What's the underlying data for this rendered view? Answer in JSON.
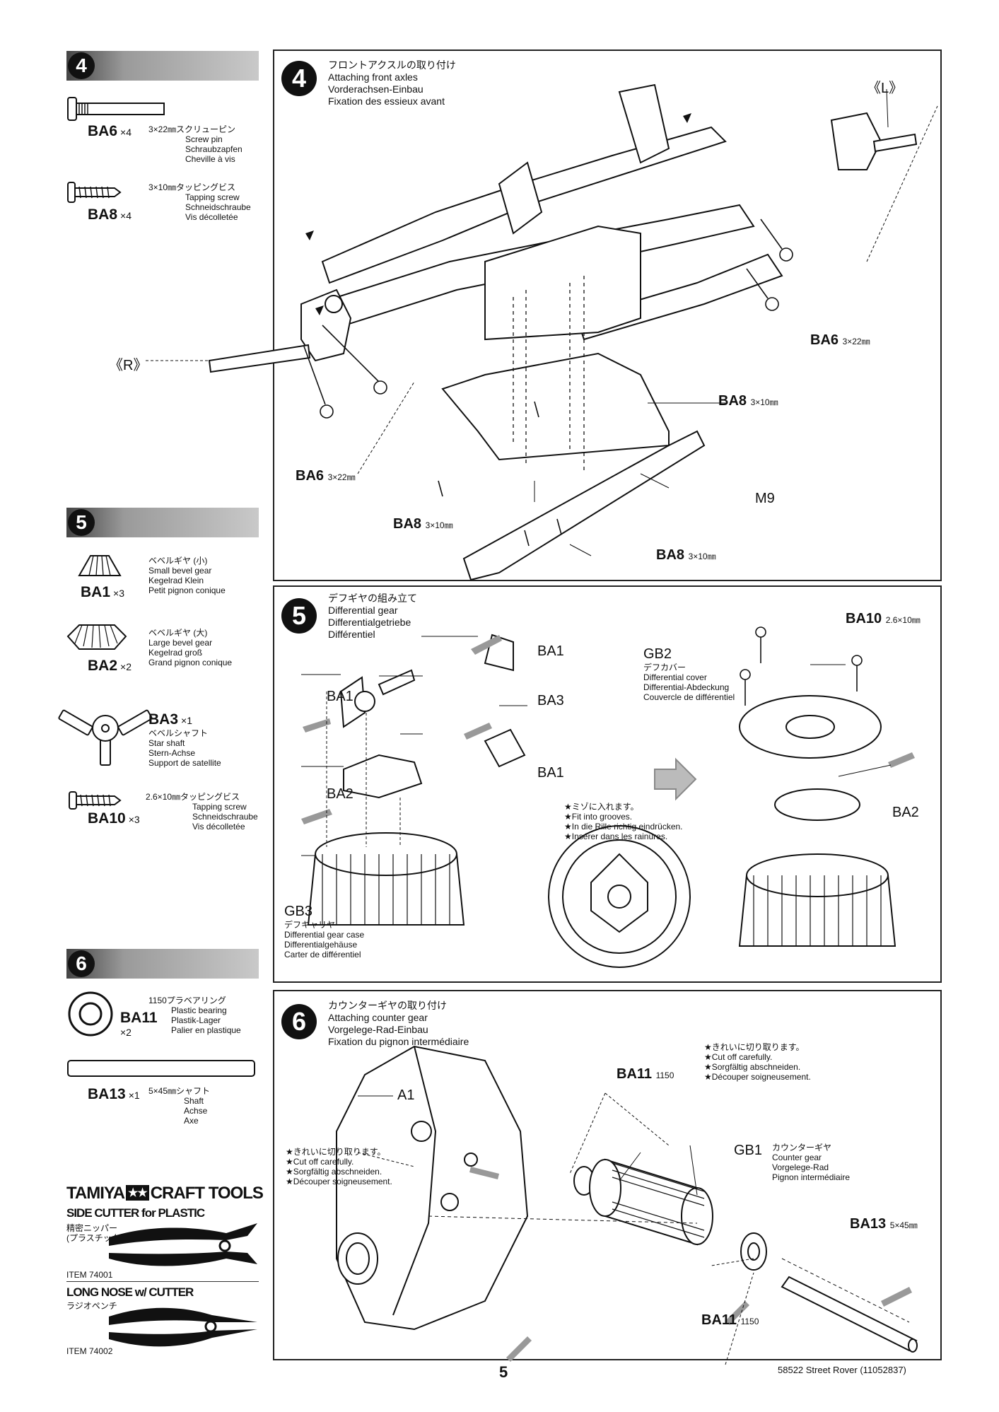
{
  "sidebar": {
    "step4": {
      "number": "4",
      "parts": [
        {
          "code": "BA6",
          "qty": "×4",
          "jp": "3×22㎜スクリューピン",
          "en": "Screw pin",
          "de": "Schraubzapfen",
          "fr": "Cheville à vis"
        },
        {
          "code": "BA8",
          "qty": "×4",
          "jp": "3×10㎜タッピングビス",
          "en": "Tapping screw",
          "de": "Schneidschraube",
          "fr": "Vis décolletée"
        }
      ]
    },
    "step5": {
      "number": "5",
      "parts": [
        {
          "code": "BA1",
          "qty": "×3",
          "jp": "ベベルギヤ (小)",
          "en": "Small bevel gear",
          "de": "Kegelrad Klein",
          "fr": "Petit pignon conique"
        },
        {
          "code": "BA2",
          "qty": "×2",
          "jp": "ベベルギヤ (大)",
          "en": "Large bevel gear",
          "de": "Kegelrad groß",
          "fr": "Grand pignon conique"
        },
        {
          "code": "BA3",
          "qty": "×1",
          "jp": "ベベルシャフト",
          "en": "Star shaft",
          "de": "Stern-Achse",
          "fr": "Support de satellite"
        },
        {
          "code": "BA10",
          "qty": "×3",
          "jp": "2.6×10㎜タッピングビス",
          "en": "Tapping screw",
          "de": "Schneidschraube",
          "fr": "Vis décolletée"
        }
      ]
    },
    "step6": {
      "number": "6",
      "parts": [
        {
          "code": "BA11",
          "qty": "×2",
          "jp": "1150プラベアリング",
          "en": "Plastic bearing",
          "de": "Plastik-Lager",
          "fr": "Palier en plastique"
        },
        {
          "code": "BA13",
          "qty": "×1",
          "jp": "5×45㎜シャフト",
          "en": "Shaft",
          "de": "Achse",
          "fr": "Axe"
        }
      ]
    },
    "tools": {
      "brand": "TAMIYA",
      "brand_suffix": "CRAFT TOOLS",
      "tool1_name": "SIDE CUTTER for PLASTIC",
      "tool1_jp1": "精密ニッパー",
      "tool1_jp2": "(プラスチック用)",
      "tool1_item": "ITEM 74001",
      "tool2_name": "LONG NOSE w/ CUTTER",
      "tool2_jp": "ラジオペンチ",
      "tool2_item": "ITEM 74002"
    }
  },
  "panel4": {
    "number": "4",
    "title_jp": "フロントアクスルの取り付け",
    "title_en": "Attaching front axles",
    "title_de": "Vorderachsen-Einbau",
    "title_fr": "Fixation des essieux avant",
    "label_L": "《L》",
    "label_R": "《R》",
    "callouts": [
      {
        "code": "BA6",
        "size": "3×22㎜"
      },
      {
        "code": "BA8",
        "size": "3×10㎜"
      },
      {
        "code": "BA6",
        "size": "3×22㎜"
      },
      {
        "code": "M9",
        "size": ""
      },
      {
        "code": "BA8",
        "size": "3×10㎜"
      },
      {
        "code": "BA8",
        "size": "3×10㎜"
      }
    ]
  },
  "panel5": {
    "number": "5",
    "title_jp": "デフギヤの組み立て",
    "title_en": "Differential gear",
    "title_de": "Differentialgetriebe",
    "title_fr": "Différentiel",
    "labels": {
      "ba1_top": "BA1",
      "ba1_left": "BA1",
      "ba3": "BA3",
      "ba1_bottom": "BA1",
      "ba2_left": "BA2",
      "ba2_right": "BA2"
    },
    "ba10": {
      "code": "BA10",
      "size": "2.6×10㎜"
    },
    "gb2": {
      "code": "GB2",
      "jp": "デフカバー",
      "en": "Differential cover",
      "de": "Differential-Abdeckung",
      "fr": "Couvercle de différentiel"
    },
    "gb3": {
      "code": "GB3",
      "jp": "デフキャリヤ",
      "en": "Differential gear case",
      "de": "Differentialgehäuse",
      "fr": "Carter de différentiel"
    },
    "note": [
      "★ミゾに入れます。",
      "★Fit into grooves.",
      "★In die Rille richtig eindrücken.",
      "★Insérer dans les rainures."
    ]
  },
  "panel6": {
    "number": "6",
    "title_jp": "カウンターギヤの取り付け",
    "title_en": "Attaching counter gear",
    "title_de": "Vorgelege-Rad-Einbau",
    "title_fr": "Fixation du pignon intermédiaire",
    "a1": "A1",
    "ba11_top": {
      "code": "BA11",
      "size": "1150"
    },
    "ba11_bottom": {
      "code": "BA11",
      "size": "1150"
    },
    "ba13": {
      "code": "BA13",
      "size": "5×45㎜"
    },
    "gb1": {
      "code": "GB1",
      "jp": "カウンターギヤ",
      "en": "Counter gear",
      "de": "Vorgelege-Rad",
      "fr": "Pignon intermédiaire"
    },
    "note_right": [
      "★きれいに切り取ります。",
      "★Cut off carefully.",
      "★Sorgfältig abschneiden.",
      "★Découper soigneusement."
    ],
    "note_left": [
      "★きれいに切り取ります。",
      "★Cut off carefully.",
      "★Sorgfältig abschneiden.",
      "★Découper soigneusement."
    ]
  },
  "footer": {
    "page": "5",
    "doc": "58522 Street Rover (11052837)"
  }
}
